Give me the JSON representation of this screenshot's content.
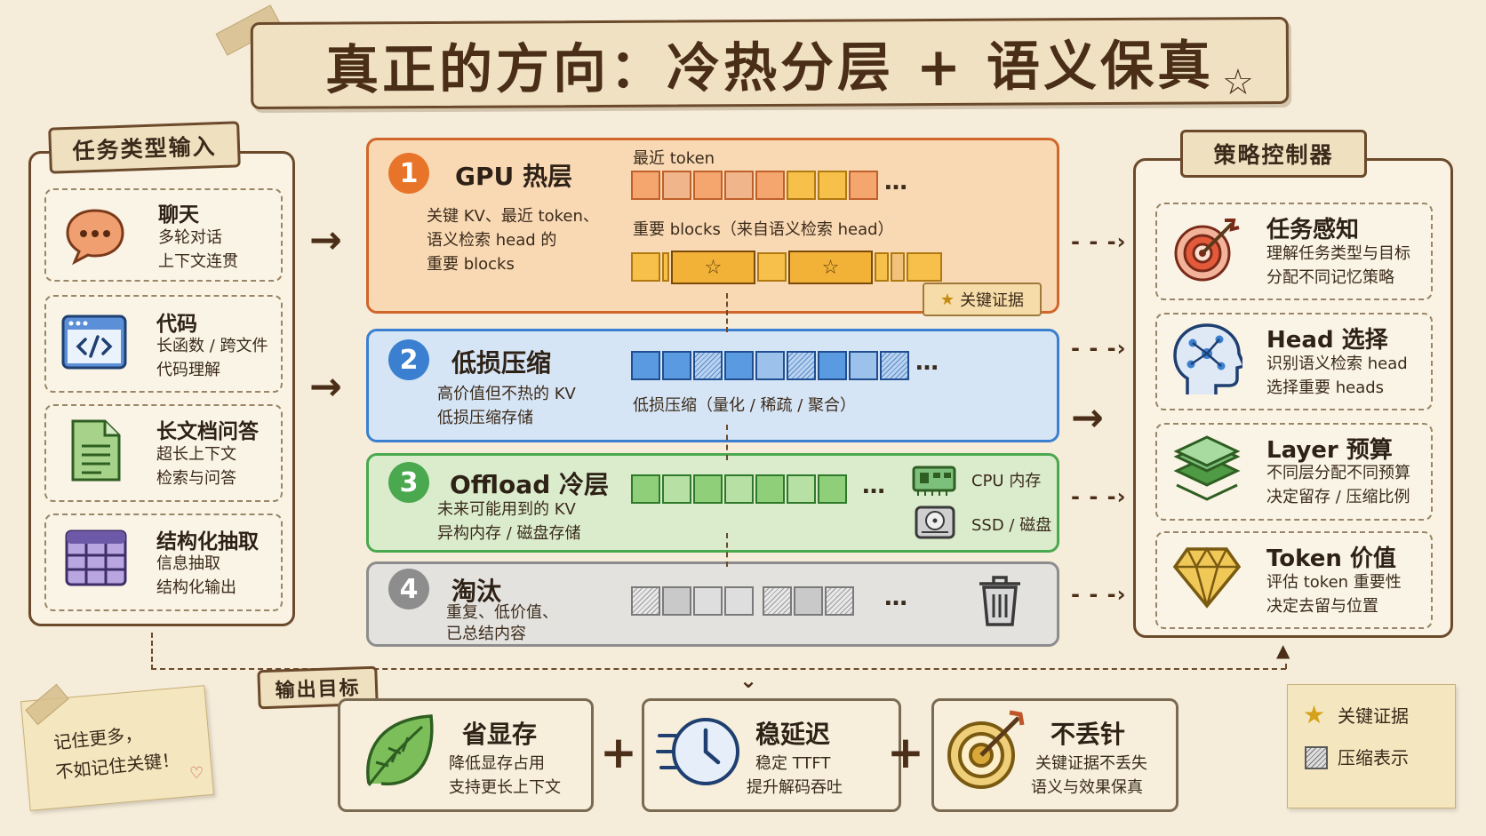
{
  "title": "真正的方向：冷热分层 + 语义保真",
  "input_panel": {
    "label": "任务类型输入",
    "items": [
      {
        "icon": "chat-bubble-icon",
        "title": "聊天",
        "lines": [
          "多轮对话",
          "上下文连贯"
        ]
      },
      {
        "icon": "code-window-icon",
        "title": "代码",
        "lines": [
          "长函数 / 跨文件",
          "代码理解"
        ]
      },
      {
        "icon": "document-icon",
        "title": "长文档问答",
        "lines": [
          "超长上下文",
          "检索与问答"
        ]
      },
      {
        "icon": "table-icon",
        "title": "结构化抽取",
        "lines": [
          "信息抽取",
          "结构化输出"
        ]
      }
    ]
  },
  "tiers": [
    {
      "num": "1",
      "title": "GPU 热层",
      "lines": [
        "关键 KV、最近 token、",
        "语义检索 head 的",
        "重要 blocks"
      ],
      "top_label": "最近 token",
      "mid_label": "重要 blocks（来自语义检索 head）",
      "note": "关键证据",
      "color": "#e8742a"
    },
    {
      "num": "2",
      "title": "低损压缩",
      "lines": [
        "高价值但不热的 KV",
        "低损压缩存储"
      ],
      "block_label": "低损压缩（量化 / 稀疏 / 聚合）",
      "color": "#3b7fd0"
    },
    {
      "num": "3",
      "title": "Offload 冷层",
      "lines": [
        "未来可能用到的 KV",
        "异构内存 / 磁盘存储"
      ],
      "storage": [
        "CPU 内存",
        "SSD / 磁盘"
      ],
      "color": "#4aa84e"
    },
    {
      "num": "4",
      "title": "淘汰",
      "lines": [
        "重复、低价值、",
        "已总结内容"
      ],
      "color": "#8d8d8d"
    }
  ],
  "ellipsis": "…",
  "policy_panel": {
    "label": "策略控制器",
    "items": [
      {
        "icon": "target-icon",
        "title": "任务感知",
        "lines": [
          "理解任务类型与目标",
          "分配不同记忆策略"
        ]
      },
      {
        "icon": "brain-head-icon",
        "title": "Head 选择",
        "lines": [
          "识别语义检索 head",
          "选择重要 heads"
        ]
      },
      {
        "icon": "layers-icon",
        "title": "Layer 预算",
        "lines": [
          "不同层分配不同预算",
          "决定留存 / 压缩比例"
        ]
      },
      {
        "icon": "diamond-icon",
        "title": "Token 价值",
        "lines": [
          "评估 token 重要性",
          "决定去留与位置"
        ]
      }
    ]
  },
  "output_label": "输出目标",
  "outputs": [
    {
      "icon": "leaf-icon",
      "title": "省显存",
      "lines": [
        "降低显存占用",
        "支持更长上下文"
      ]
    },
    {
      "icon": "clock-icon",
      "title": "稳延迟",
      "lines": [
        "稳定 TTFT",
        "提升解码吞吐"
      ]
    },
    {
      "icon": "bullseye-icon",
      "title": "不丢针",
      "lines": [
        "关键证据不丢失",
        "语义与效果保真"
      ]
    }
  ],
  "plus": "+",
  "sticky_note": [
    "记住更多，",
    "不如记住关键！"
  ],
  "legend": [
    {
      "icon": "star-icon",
      "label": "关键证据"
    },
    {
      "icon": "hatched-square-icon",
      "label": "压缩表示"
    }
  ]
}
